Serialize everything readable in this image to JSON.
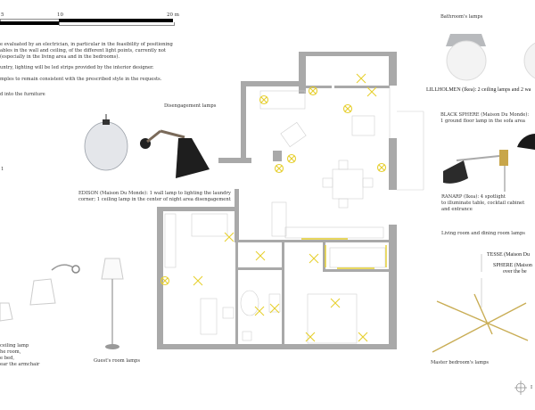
{
  "scale_bar": {
    "labels": [
      "5",
      "10",
      "20 m"
    ]
  },
  "notes": [
    "e evaluated by an electrician, in particular in the feasibility of positioning",
    "ables in the wall and ceiling, of the different light points, currently not",
    "(especially in the living area and in the bedrooms).",
    "untry, lighting will be led strips provided by the interior designer.",
    "mples to remain consistent with the prescribed style in the requests.",
    "d into the furniture"
  ],
  "left_fragment": "1",
  "disengagement": {
    "title": "Disengagement lamps",
    "caption_1": "EDISON (Maison Du Monde): 1 wall lamp to lighting the laundry",
    "caption_2": "corner; 1 ceiling lamp in the center of night area disengagement"
  },
  "bathroom": {
    "title": "Bathroom's lamps",
    "caption": "LILLHOLMEN (Ikea): 2 ceiling lamps and 2 wa"
  },
  "black_sphere": {
    "line_1": "BLACK SPHERE (Maison Du Monde):",
    "line_2": "1 ground floor lamp in the sofa area"
  },
  "ranarp": {
    "line_1": "RANARP (Ikea): 4 spotlight",
    "line_2": "to illuminate table, cocktail cabinet",
    "line_3": "and entrance"
  },
  "living_title": "Living room and dining room lamps",
  "master": {
    "tesse": "TESSE (Maison Du",
    "sphere_1": "SPHERE (Maison",
    "sphere_2": "over the be",
    "title": "Master bedroom's lamps"
  },
  "guest": {
    "title": "Guest's room lamps",
    "caption": [
      "ceiling lamp",
      "he room,",
      "e bed,",
      "ear the armchair"
    ]
  },
  "corner_label": "I",
  "colors": {
    "wall": "#a9a9a9",
    "marker": "#e6cf2e",
    "line": "#cfcfcf"
  }
}
